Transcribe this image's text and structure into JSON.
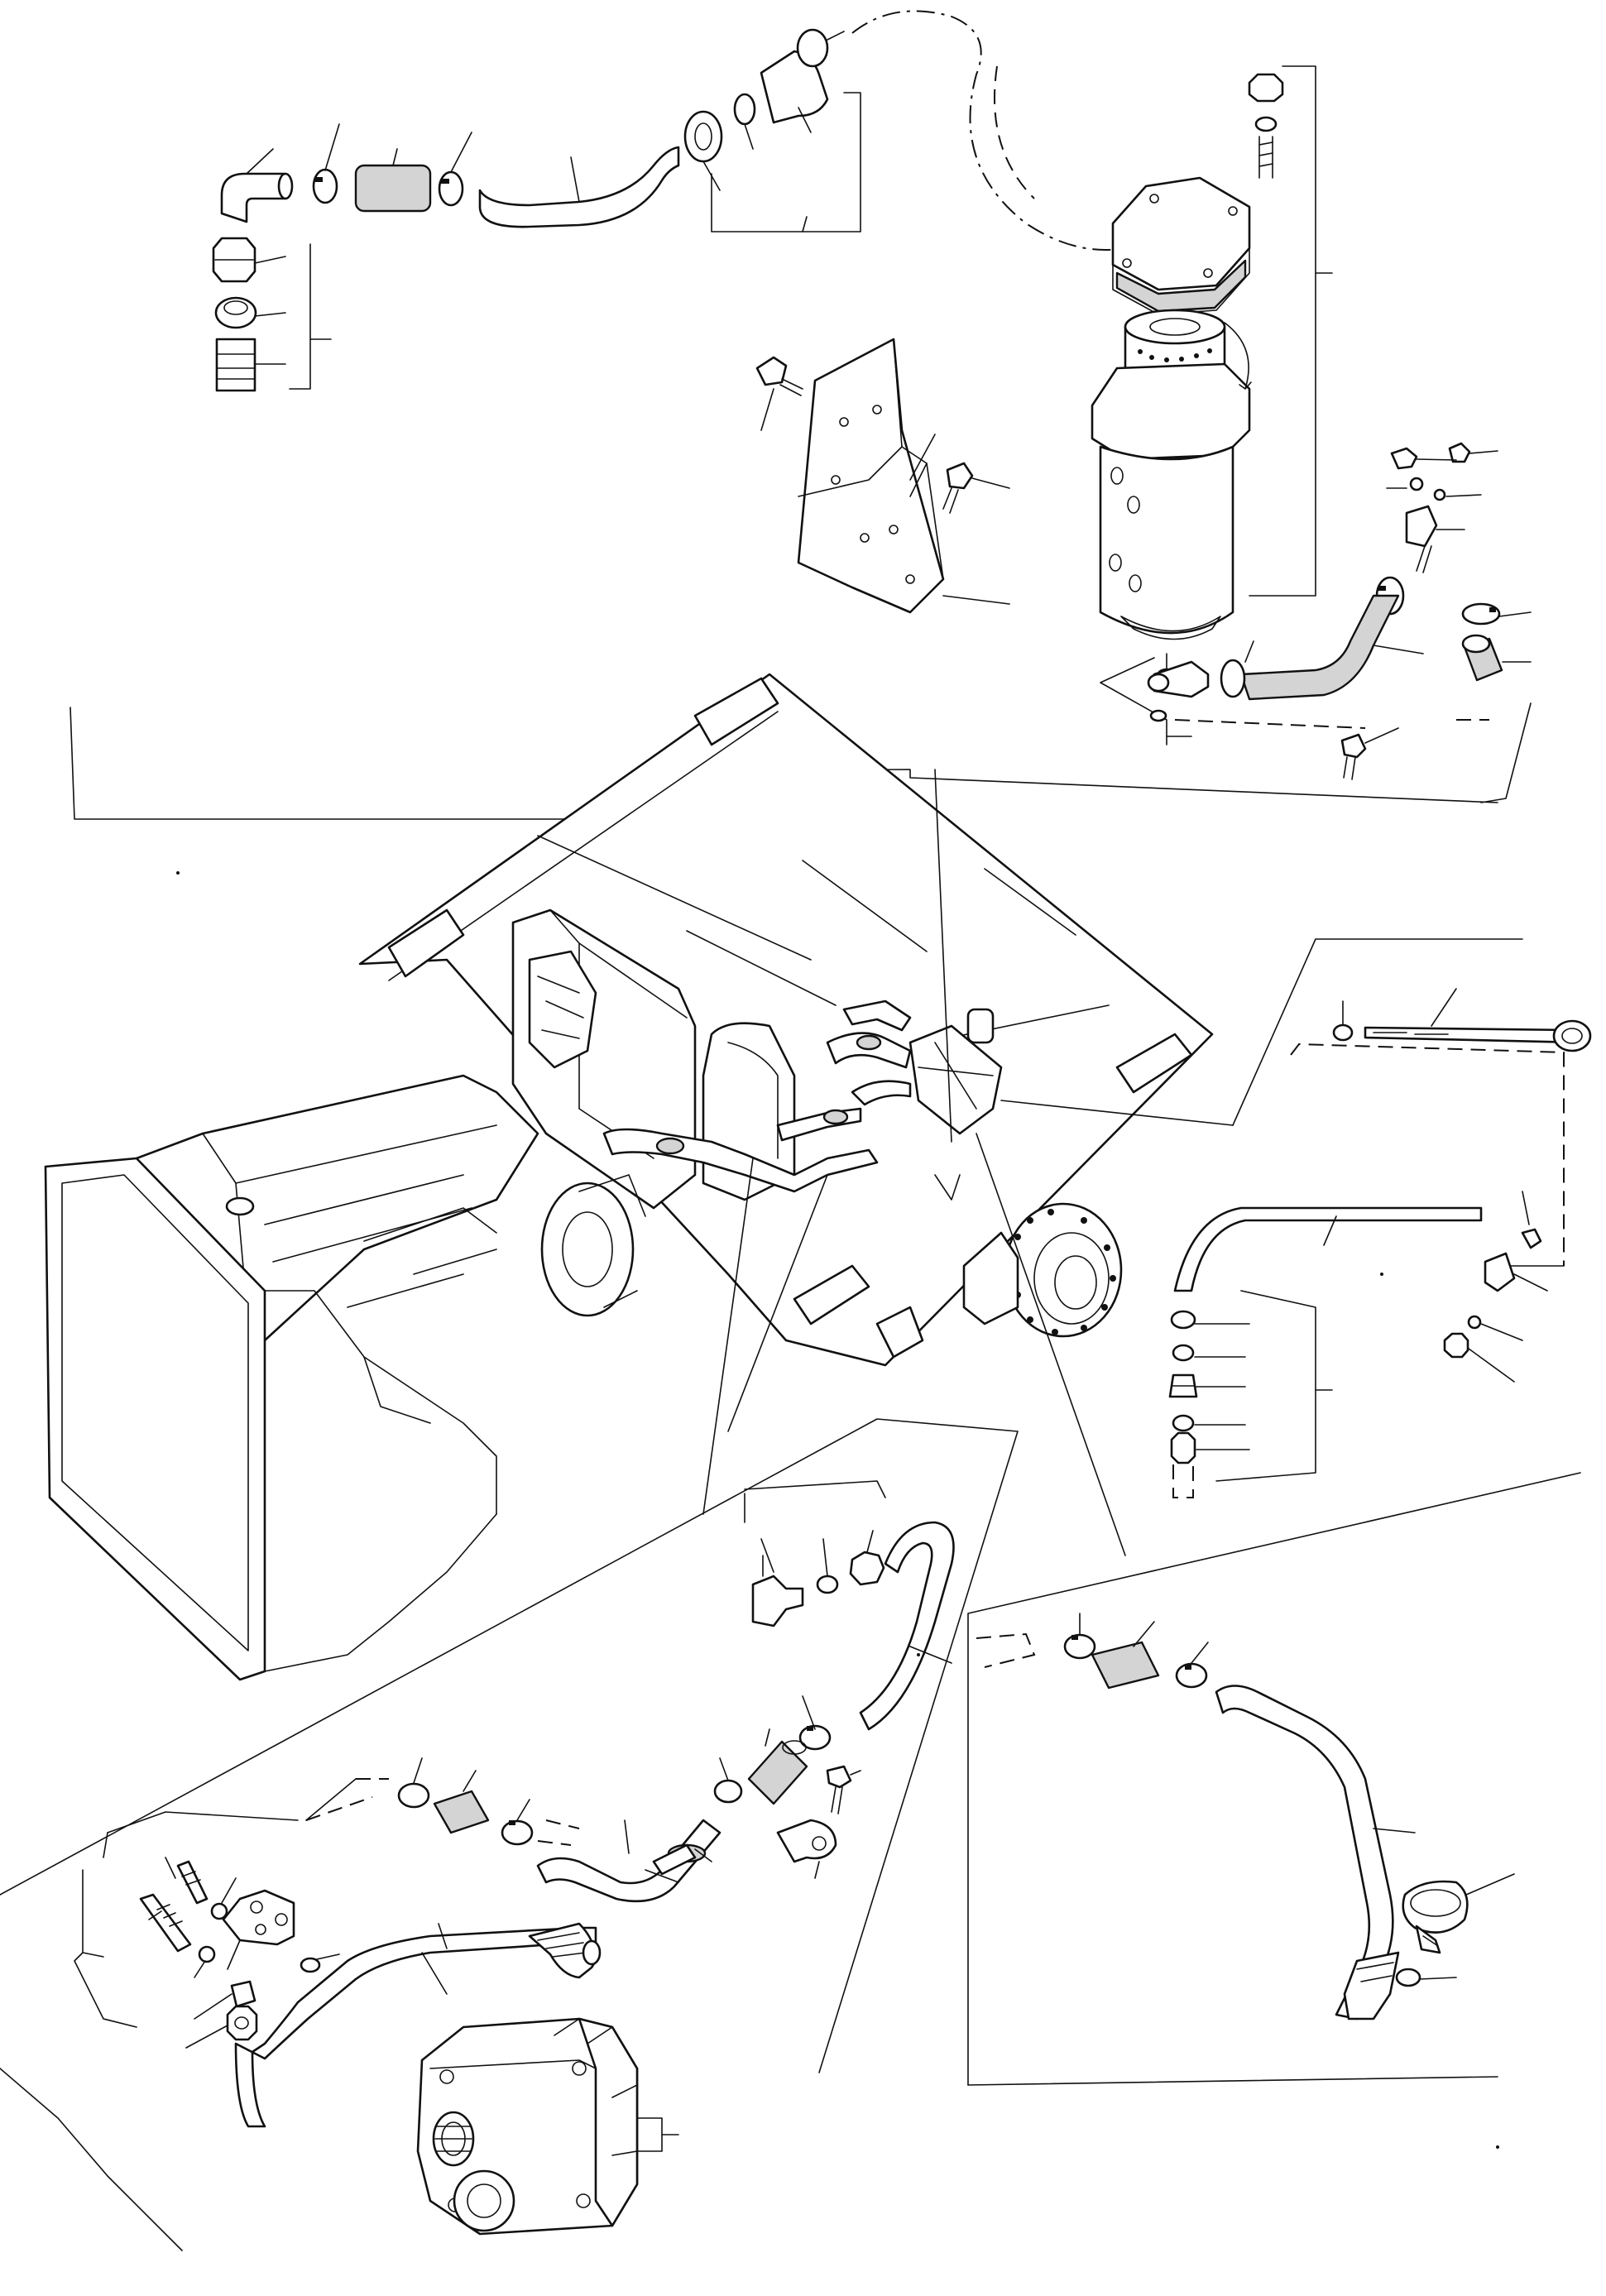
{
  "diagram": {
    "description_text": "",
    "groups": [
      "return-hose-assembly",
      "hydraulic-filter",
      "mounting-bracket",
      "tractor-chassis",
      "dipstick-assembly",
      "transmission-fittings",
      "pressure-pipe-assembly",
      "gear-pump",
      "filler-pipe"
    ],
    "colors": {
      "line": "#111111",
      "background": "#ffffff",
      "stipple": "#d4d4d4"
    }
  }
}
